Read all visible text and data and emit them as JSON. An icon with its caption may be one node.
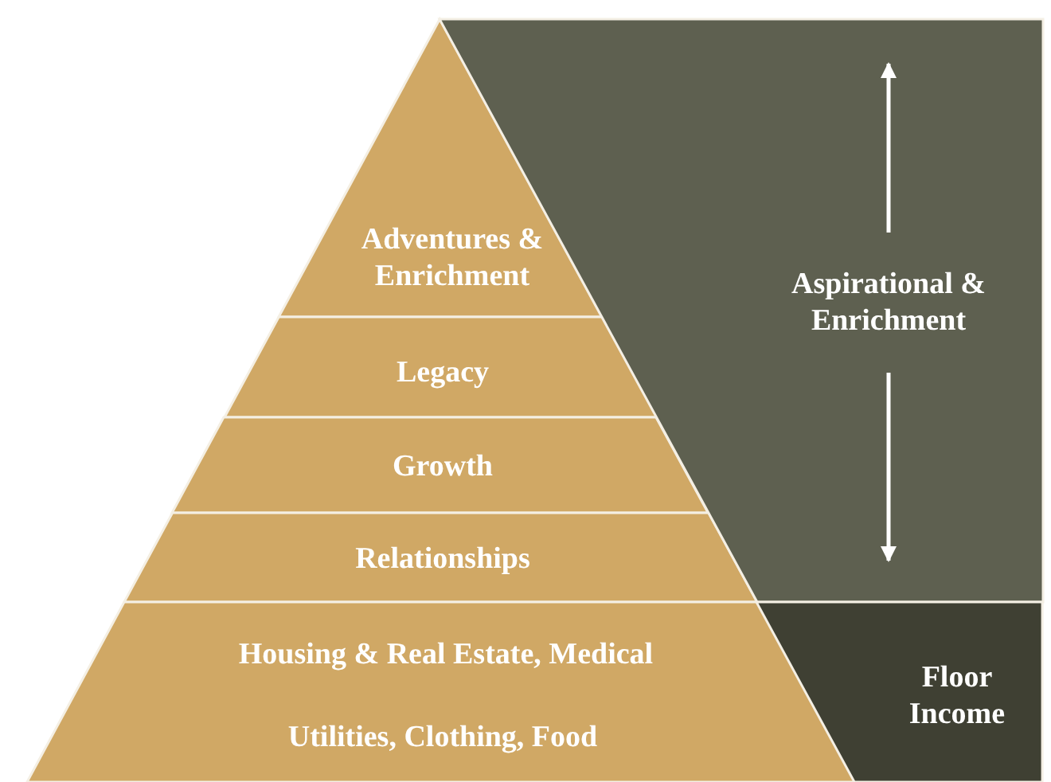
{
  "diagram": {
    "nodes": [
      {
        "text": [
          "Adventures & Enrichment"
        ]
      },
      {
        "text": [
          "Legacy"
        ]
      },
      {
        "text": [
          "Growth"
        ]
      },
      {
        "text": [
          "Relationships"
        ]
      },
      {
        "text": [
          "Housing & Real Estate, Medical",
          "Utilities, Clothing, Food"
        ]
      },
      {
        "text": [
          "Aspirational & Enrichment"
        ]
      },
      {
        "text": [
          "Floor Income"
        ]
      }
    ]
  }
}
